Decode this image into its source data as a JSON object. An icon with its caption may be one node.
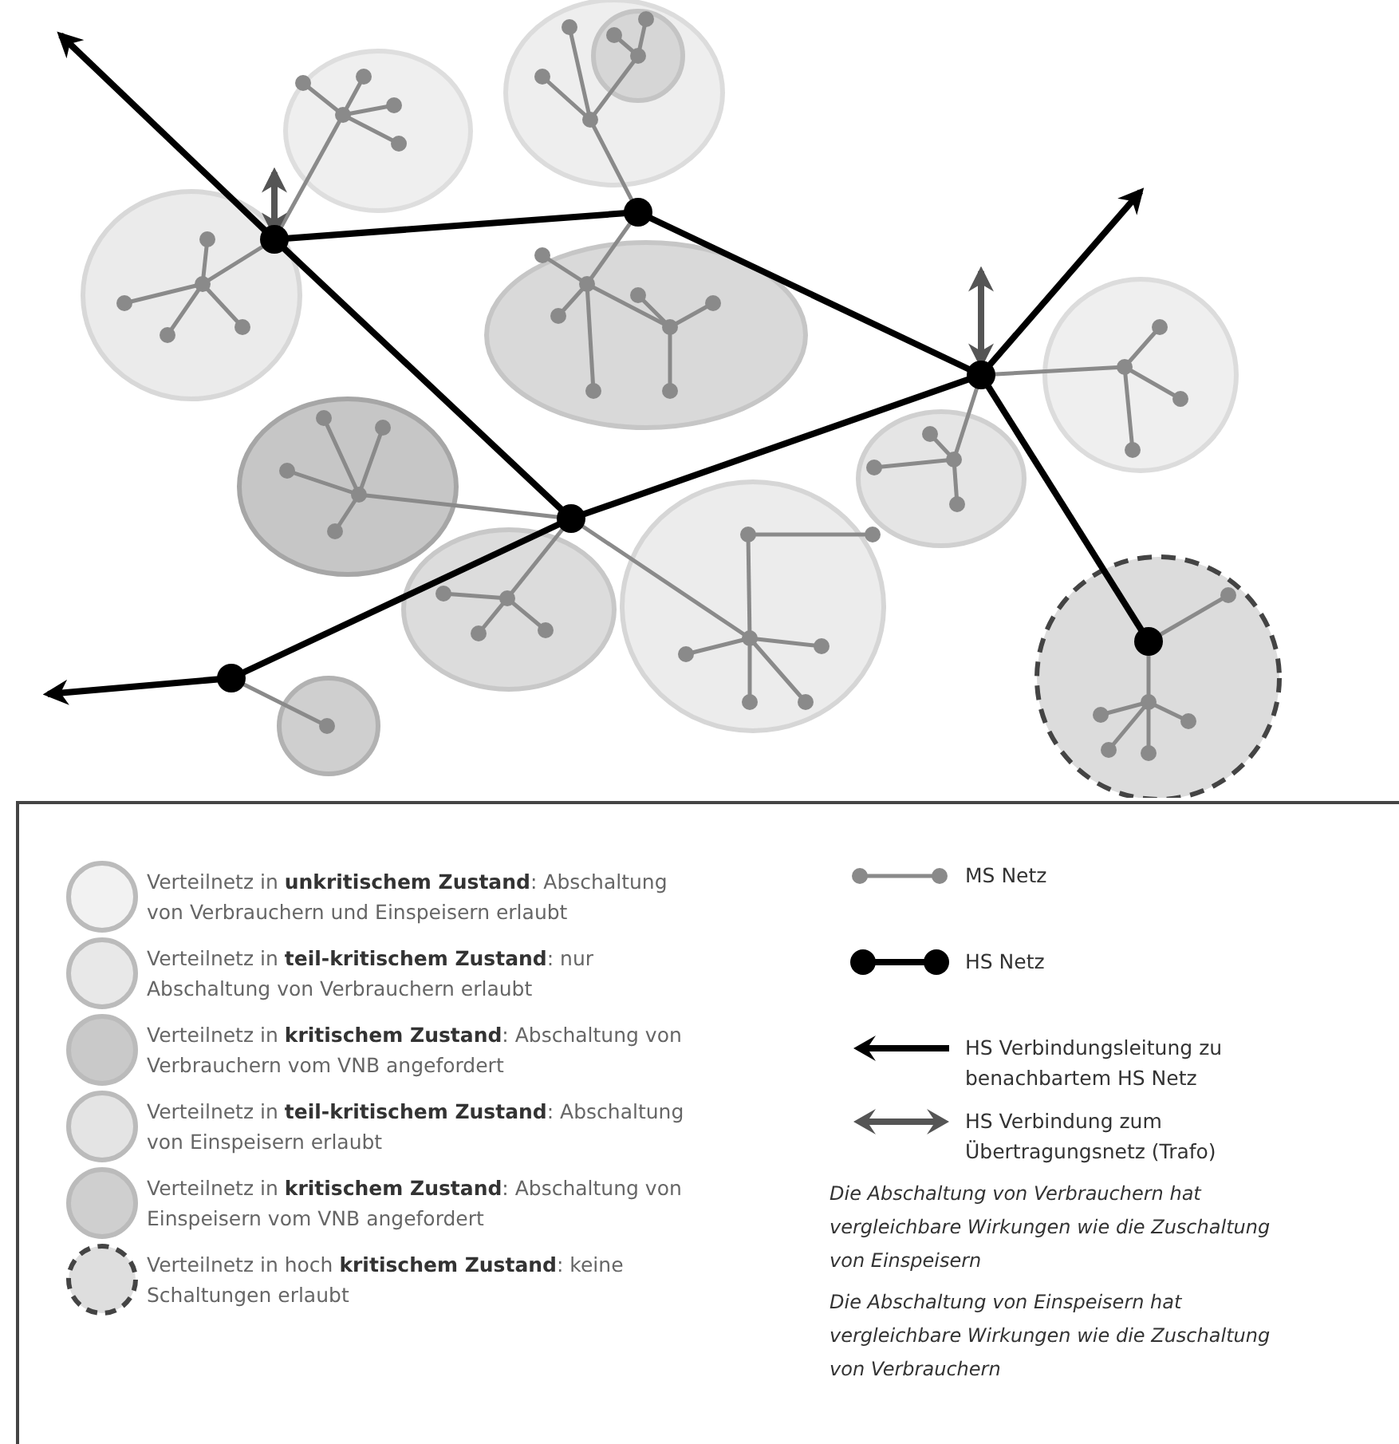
{
  "diagram": {
    "legend": [
      {
        "text": "Verteilnetz in **unkritischem Zustand**: Abschaltung von Verbrauchern und Einspeisern erlaubt",
        "color": "#f2f2f2"
      },
      {
        "text": "Verteilnetz in **teil-kritischem Zustand**: nur Abschaltung von Verbrauchern erlaubt",
        "color": "#e8e8e8"
      },
      {
        "text": "Verteilnetz in **kritischem Zustand**: Abschaltung von Verbrauchern vom VNB angefordert",
        "color": "#c9c9c9"
      },
      {
        "text": "Verteilnetz in **teil-kritischem Zustand**: Abschaltung von Einspeisern erlaubt",
        "color": "#e4e4e4"
      },
      {
        "text": "Verteilnetz in **kritischem Zustand**: Abschaltung von Einspeisern vom VNB angefordert",
        "color": "#cfcfcf"
      },
      {
        "text": "Verteilnetz in hoch **kritischem Zustand**: keine Schaltungen erlaubt",
        "color": "#dedede"
      },
      {
        "text": "MS Netz"
      },
      {
        "text": "HS Netz"
      },
      {
        "text": "HS Verbindungsleitung zu benachbartem HS Netz"
      },
      {
        "text": "HS Verbindung zum Übertragungsnetz (Trafo)"
      }
    ],
    "labels": [
      "Die Abschaltung von Verbrauchern hat vergleichbare Wirkungen wie die Zuschaltung von Einspeisern",
      "Die Abschaltung von Einspeisern hat vergleichbare Wirkungen wie die Zuschaltung von Verbrauchern"
    ]
  }
}
